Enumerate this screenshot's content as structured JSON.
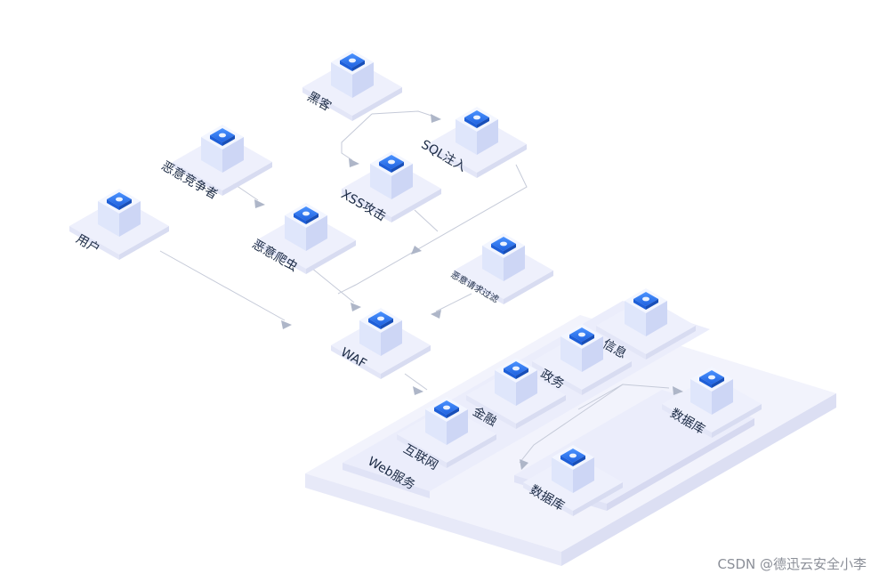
{
  "nodes": {
    "hacker": "黑客",
    "sql_injection": "SQL注入",
    "malicious_competitor": "恶意竞争者",
    "xss_attack": "XSS攻击",
    "user": "用户",
    "malicious_crawler": "恶意爬虫",
    "malicious_request_filter": "恶意请求过滤",
    "waf": "WAF",
    "info": "信息",
    "government": "政务",
    "finance": "金融",
    "internet": "互联网",
    "database_top": "数据库",
    "database_bottom": "数据库"
  },
  "group_label": "Web服务",
  "watermark": "CSDN @德迅云安全小李",
  "colors": {
    "icon_blue": "#2f7cf6",
    "icon_dark": "#1e5fd8",
    "cube_top": "#f3f6ff",
    "cube_side": "#dfe6fb",
    "plate": "#eef0fc",
    "line": "#c3c8d6"
  }
}
